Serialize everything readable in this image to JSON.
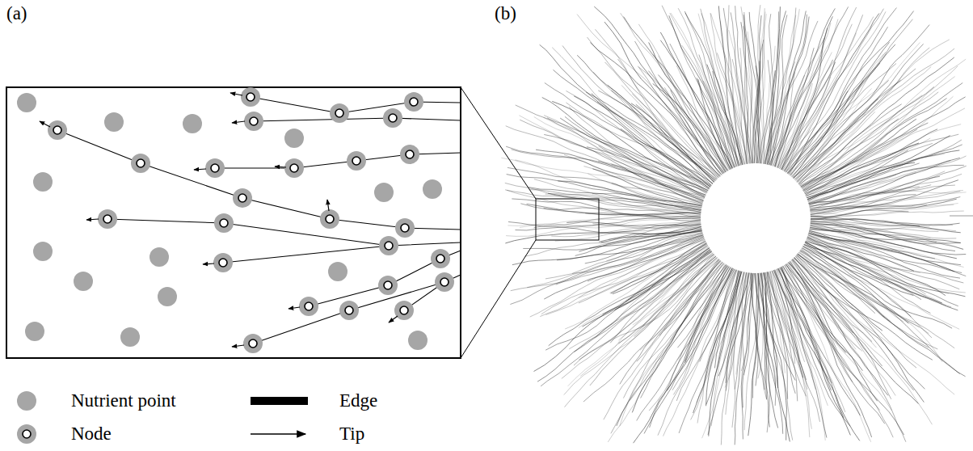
{
  "diagram": {
    "labels": [
      "(a)",
      "(b)"
    ],
    "legend": [
      {
        "text": "Nutrient point",
        "color": "#a6a6a6"
      },
      {
        "text": "Node"
      },
      {
        "text": "Edge"
      },
      {
        "text": "Tip"
      }
    ]
  }
}
